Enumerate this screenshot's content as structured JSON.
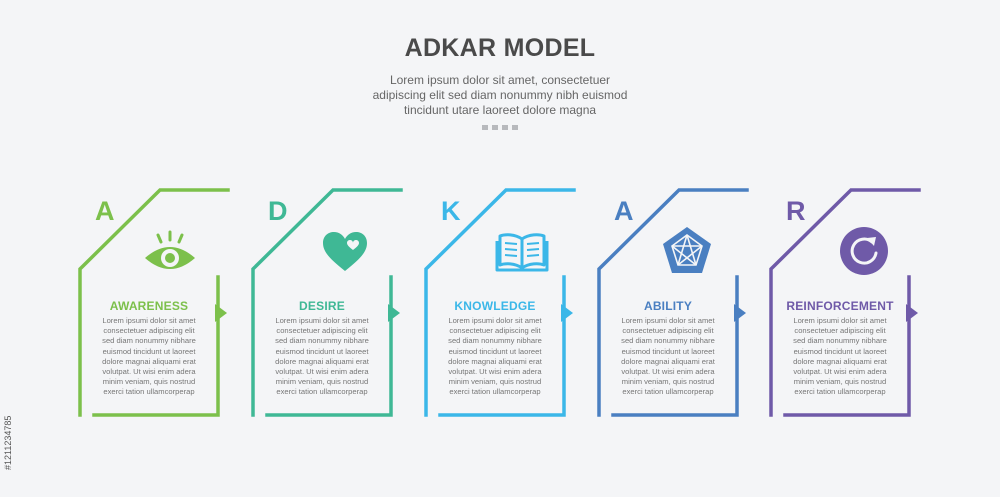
{
  "title": "ADKAR MODEL",
  "subtitle_lines": [
    "Lorem ipsum dolor sit amet, consectetuer",
    "adipiscing elit sed diam nonummy nibh euismod",
    "tincidunt utare laoreet dolore magna"
  ],
  "steps": [
    {
      "letter": "A",
      "label": "AWARENESS",
      "icon": "eye-icon",
      "color": "#7cc04b",
      "body": "Lorem ipsumi dolor sit amet consectetuer adipiscing elit sed diam nonummy nibhare euismod tincidunt ut laoreet dolore magnai aliquami erat volutpat. Ut wisi enim adera minim veniam, quis nostrud exerci tation ullamcorperap"
    },
    {
      "letter": "D",
      "label": "DESIRE",
      "icon": "heart-icon",
      "color": "#3fb895",
      "body": "Lorem ipsumi dolor sit amet consectetuer adipiscing elit sed diam nonummy nibhare euismod tincidunt ut laoreet dolore magnai aliquami erat volutpat. Ut wisi enim adera minim veniam, quis nostrud exerci tation ullamcorperap"
    },
    {
      "letter": "K",
      "label": "KNOWLEDGE",
      "icon": "open-book-icon",
      "color": "#3bb7e8",
      "body": "Lorem ipsumi dolor sit amet consectetuer adipiscing elit sed diam nonummy nibhare euismod tincidunt ut laoreet dolore magnai aliquami erat volutpat. Ut wisi enim adera minim veniam, quis nostrud exerci tation ullamcorperap"
    },
    {
      "letter": "A",
      "label": "ABILITY",
      "icon": "pentagon-network-icon",
      "color": "#4a7fc1",
      "body": "Lorem ipsumi dolor sit amet consectetuer adipiscing elit sed diam nonummy nibhare euismod tincidunt ut laoreet dolore magnai aliquami erat volutpat. Ut wisi enim adera minim veniam, quis nostrud exerci tation ullamcorperap"
    },
    {
      "letter": "R",
      "label": "REINFORCEMENT",
      "icon": "refresh-circle-icon",
      "color": "#6f5aa8",
      "body": "Lorem ipsumi dolor sit amet consectetuer adipiscing elit sed diam nonummy nibhare euismod tincidunt ut laoreet dolore magnai aliquami erat volutpat. Ut wisi enim adera minim veniam, quis nostrud exerci tation ullamcorperap"
    }
  ],
  "stock_id": "#1211234785"
}
